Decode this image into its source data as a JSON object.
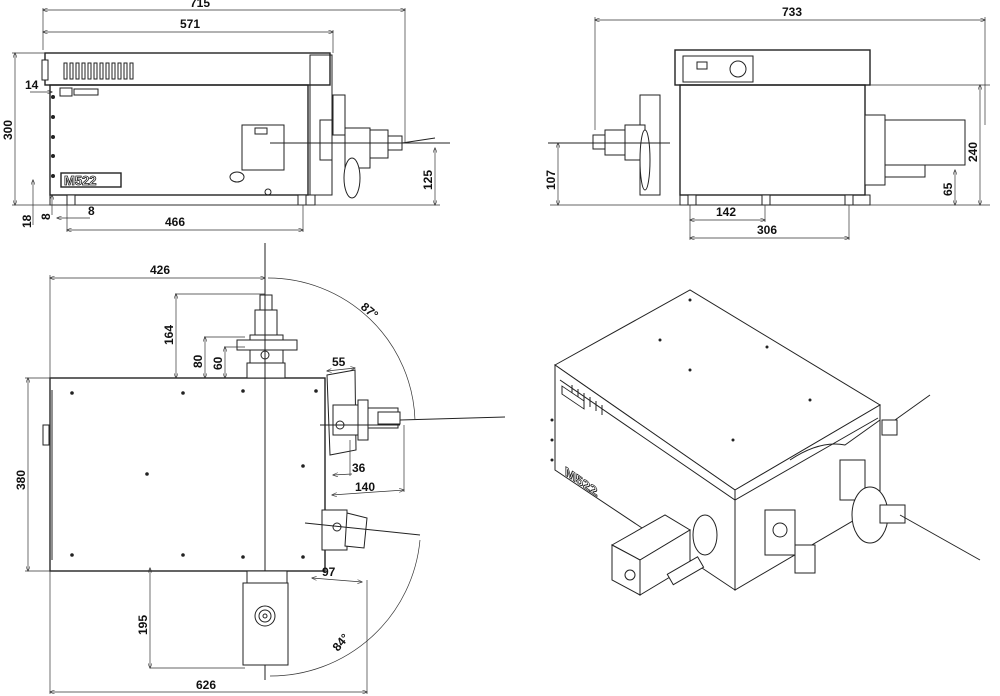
{
  "side_view_left": {
    "model_label": "M522",
    "dims": {
      "overall_length": "715",
      "body_length": "571",
      "height": "300",
      "logo_offset": "14",
      "foot_height": "18",
      "foot_offset_v": "8",
      "foot_offset_h": "8",
      "foot_spacing": "466",
      "axis_height": "125"
    }
  },
  "side_view_right": {
    "dims": {
      "overall_length": "733",
      "body_height": "240",
      "foot_height": "65",
      "axis_height": "107",
      "foot_spacing_1": "142",
      "foot_spacing_2": "306"
    }
  },
  "top_view": {
    "dims": {
      "port_offset": "426",
      "port_length": "164",
      "flange_80": "80",
      "flange_60": "60",
      "width": "380",
      "side_flange": "55",
      "side_36": "36",
      "side_140": "140",
      "lower_port": "97",
      "bottom_port": "195",
      "overall_length": "626",
      "angle_top": "87°",
      "angle_bottom": "84°"
    }
  },
  "iso_view": {
    "model_label": "M522"
  }
}
